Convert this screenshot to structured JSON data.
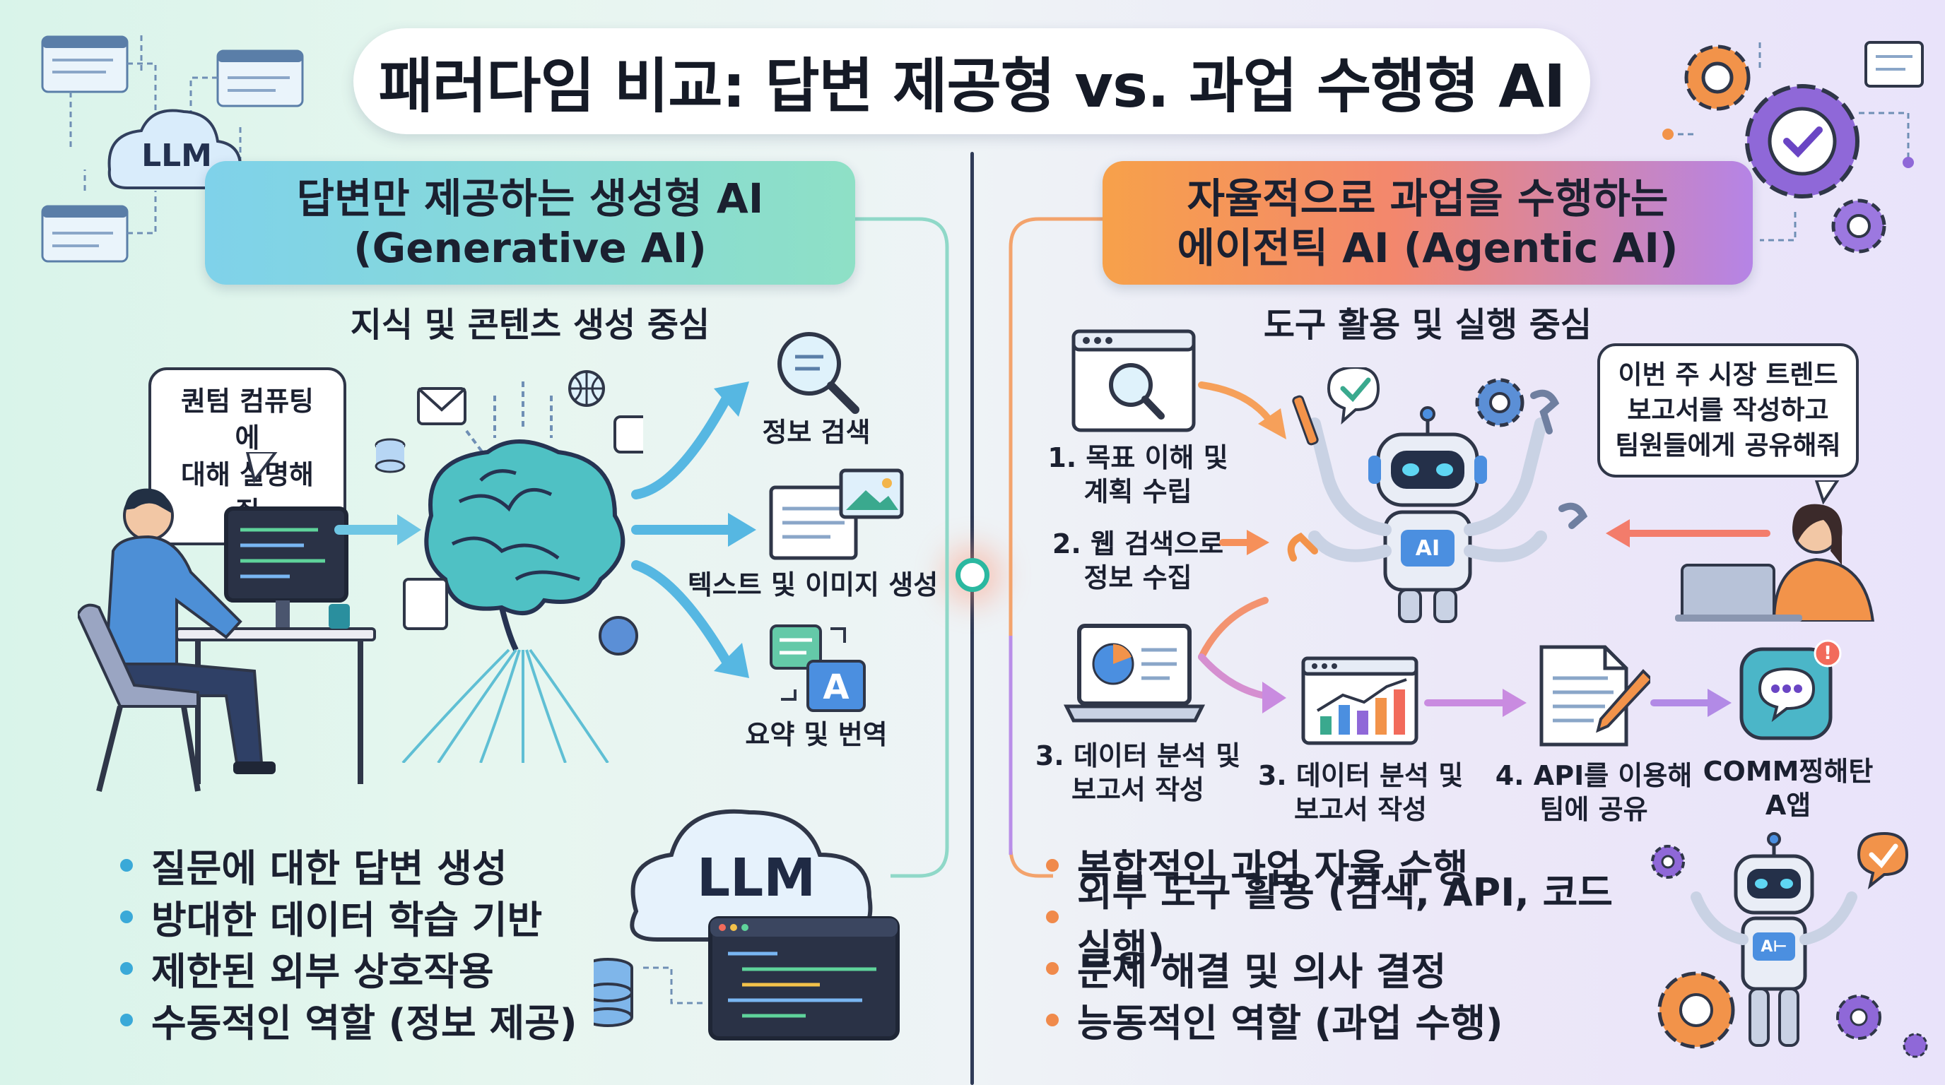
{
  "title": "패러다임 비교: 답변 제공형 vs. 과업 수행형 AI",
  "left": {
    "banner_line1": "답변만 제공하는 생성형 AI",
    "banner_line2": "(Generative AI)",
    "subtitle": "지식 및 콘텐츠 생성 중심",
    "llm_badge_small": "LLM",
    "user_bubble_line1": "퀀텀 컴퓨팅에",
    "user_bubble_line2": "대해 설명해줘",
    "outputs": [
      "정보 검색",
      "텍스트 및 이미지 생성",
      "요약 및 번역"
    ],
    "translate_letter": "A",
    "llm_badge_large": "LLM",
    "bullets": [
      "질문에 대한 답변 생성",
      "방대한 데이터 학습 기반",
      "제한된 외부 상호작용",
      "수동적인 역할 (정보 제공)"
    ],
    "bullet_color": "#3aa9d8"
  },
  "right": {
    "banner_line1": "자율적으로 과업을 수행하는",
    "banner_line2": "에이전틱 AI (Agentic AI)",
    "subtitle": "도구 활용 및 실행 중심",
    "user_bubble_line1": "이번 주 시장 트렌드",
    "user_bubble_line2": "보고서를 작성하고",
    "user_bubble_line3": "팀원들에게 공유해줘",
    "robot_chest": "AI",
    "robot_small_chest": "A⊢",
    "steps": {
      "s1_line1": "1. 목표 이해 및",
      "s1_line2": "계획 수립",
      "s2_line1": "2. 웹 검색으로",
      "s2_line2": "정보 수집",
      "s3a_line1": "3. 데이터 분석 및",
      "s3a_line2": "보고서 작성",
      "s3b_line1": "3. 데이터 분석 및",
      "s3b_line2": "보고서 작성",
      "s4_line1": "4. API를 이용해",
      "s4_line2": "팀에 공유",
      "s5_line1": "COMM찡해탄",
      "s5_line2": "A앱"
    },
    "notify_mark": "!",
    "bullets": [
      "복합적인 과업 자율 수행",
      "외부 도구 활용 (검색, API, 코드 실행)",
      "문제 해결 및 의사 결정",
      "능동적인 역할 (과업 수행)"
    ],
    "bullet_color": "#f08a4b"
  }
}
